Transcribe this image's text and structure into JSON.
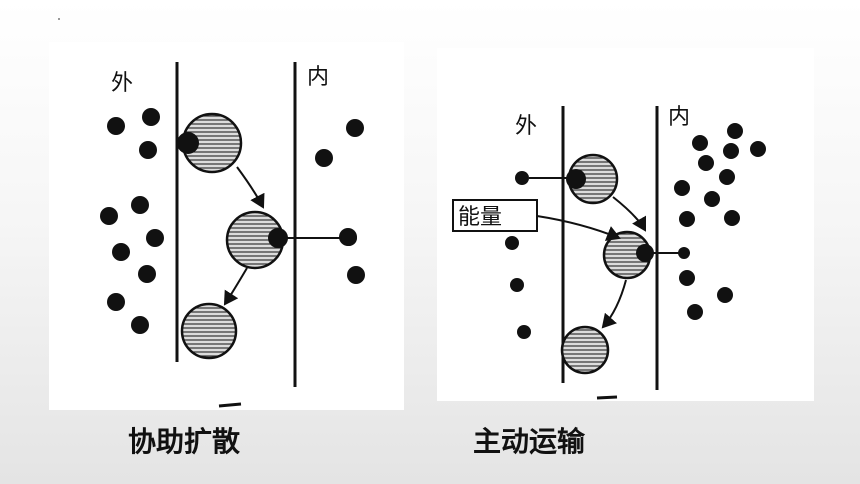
{
  "left_diagram": {
    "outside_label": "外",
    "inside_label": "内",
    "caption": "协助扩散"
  },
  "right_diagram": {
    "outside_label": "外",
    "inside_label": "内",
    "energy_label": "能量",
    "caption": "主动运输"
  }
}
